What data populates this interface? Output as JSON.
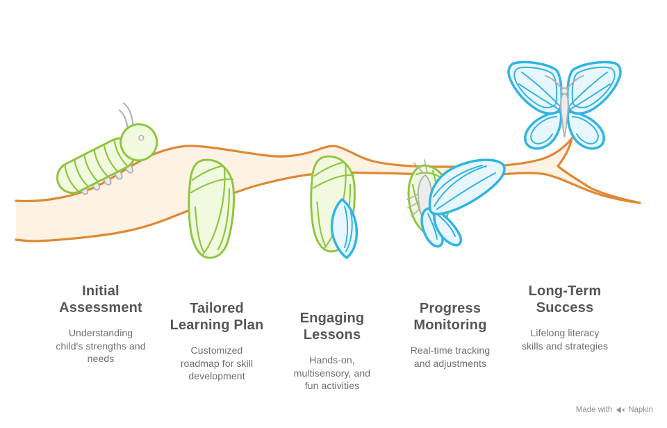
{
  "background": "#ffffff",
  "palette": {
    "background": "#ffffff",
    "branch_fill": "#fdf2e3",
    "branch_stroke": "#de8934",
    "green_stroke": "#8dc63f",
    "green_fill": "#f1f9de",
    "blue_stroke": "#30b4e4",
    "blue_fill": "#e8f7fd",
    "gray_stroke": "#b3b3b3",
    "gray_fill": "#ececec",
    "title_color": "#55565a",
    "desc_color": "#6d6e71",
    "watermark_color": "#8e9093"
  },
  "stages": [
    {
      "icon": "caterpillar-icon",
      "title": "Initial\nAssessment",
      "desc": "Understanding\nchild's strengths and\nneeds"
    },
    {
      "icon": "chrysalis-icon",
      "title": "Tailored\nLearning Plan",
      "desc": "Customized\nroadmap for skill\ndevelopment"
    },
    {
      "icon": "chrysalis-emerging-wing-icon",
      "title": "Engaging\nLessons",
      "desc": "Hands-on,\nmultisensory, and\nfun activities"
    },
    {
      "icon": "emerging-butterfly-icon",
      "title": "Progress\nMonitoring",
      "desc": "Real-time tracking\nand adjustments"
    },
    {
      "icon": "butterfly-icon",
      "title": "Long-Term\nSuccess",
      "desc": "Lifelong literacy\nskills and strategies"
    }
  ],
  "watermark": {
    "prefix": "Made with",
    "brand": "Napkin",
    "logo_icon": "napkin-logo-icon"
  }
}
